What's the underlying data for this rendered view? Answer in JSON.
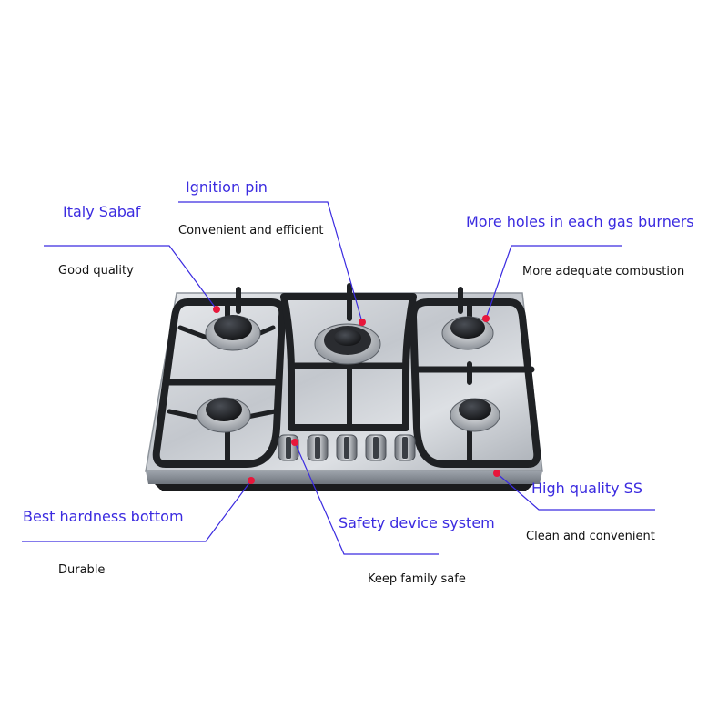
{
  "colors": {
    "accent": "#3b2be0",
    "marker": "#e8173b",
    "steel": "#c8ccd2",
    "grate": "#1f2124",
    "text": "#111111"
  },
  "callouts": [
    {
      "id": "italy-sabaf",
      "title": "Italy Sabaf",
      "subtitle": "Good quality"
    },
    {
      "id": "ignition-pin",
      "title": "Ignition pin",
      "subtitle": "Convenient and efficient"
    },
    {
      "id": "more-holes",
      "title": "More holes in each gas burners",
      "subtitle": "More adequate combustion"
    },
    {
      "id": "high-quality-ss",
      "title": "High quality SS",
      "subtitle": "Clean and convenient"
    },
    {
      "id": "best-hardness",
      "title": "Best hardness bottom",
      "subtitle": "Durable"
    },
    {
      "id": "safety-device",
      "title": "Safety device system",
      "subtitle": "Keep family safe"
    }
  ],
  "product": {
    "burners": 5,
    "knobs": 5,
    "icon": "gas-cooktop-illustration"
  }
}
